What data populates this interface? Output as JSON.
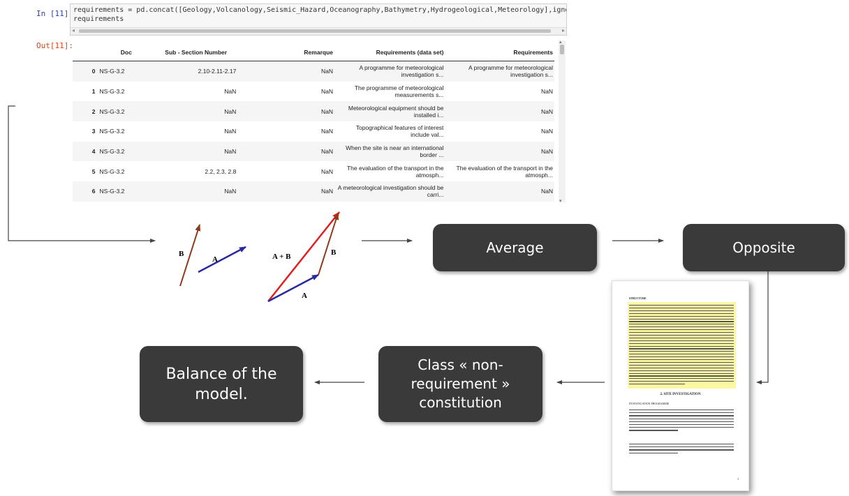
{
  "notebook": {
    "in_prompt": "In [11]:",
    "out_prompt": "Out[11]:",
    "code_lines": [
      "requirements = pd.concat([Geology,Volcanology,Seismic_Hazard,Oceanography,Bathymetry,Hydrogeological,Meteorology],ignore_index=Tr",
      "requirements"
    ],
    "table": {
      "columns": [
        "",
        "Doc",
        "Sub - Section Number",
        "Remarque",
        "Requirements (data set)",
        "Requirements"
      ],
      "rows": [
        {
          "idx": "0",
          "doc": "NS-G-3.2",
          "sub": "2.10-2.11-2.17",
          "rem": "NaN",
          "rds": "A programme for meteorological investigation s...",
          "req": "A programme for meteorological investigation s..."
        },
        {
          "idx": "1",
          "doc": "NS-G-3.2",
          "sub": "NaN",
          "rem": "NaN",
          "rds": "The programme of meteorological measurements s...",
          "req": "NaN"
        },
        {
          "idx": "2",
          "doc": "NS-G-3.2",
          "sub": "NaN",
          "rem": "NaN",
          "rds": "Meteorological equipment should be installed i...",
          "req": "NaN"
        },
        {
          "idx": "3",
          "doc": "NS-G-3.2",
          "sub": "NaN",
          "rem": "NaN",
          "rds": "Topographical features of interest include val...",
          "req": "NaN"
        },
        {
          "idx": "4",
          "doc": "NS-G-3.2",
          "sub": "NaN",
          "rem": "NaN",
          "rds": "When the site is near an international border ...",
          "req": "NaN"
        },
        {
          "idx": "5",
          "doc": "NS-G-3.2",
          "sub": "2.2, 2.3, 2.8",
          "rem": "NaN",
          "rds": "The evaluation of the transport in the atmosph...",
          "req": "The evaluation of the transport in the atmosph..."
        },
        {
          "idx": "6",
          "doc": "NS-G-3.2",
          "sub": "NaN",
          "rem": "NaN",
          "rds": "A meteorological investigation should be carri...",
          "req": "NaN"
        }
      ]
    }
  },
  "vectors": {
    "b1": "B",
    "a1": "A",
    "sum": "A + B",
    "b2": "B",
    "a2": "A",
    "colors": {
      "b": "#8b3a1a",
      "a": "#2a2aa0",
      "sum": "#e02020"
    }
  },
  "flow": {
    "average": "Average",
    "opposite": "Opposite",
    "class": "Class « non-\nrequirement »\nconstitution",
    "balance": "Balance of the\nmodel."
  },
  "document": {
    "heading": "STRUCTURE",
    "title": "2. SITE INVESTIGATION",
    "subheading": "INVESTIGATION PROGRAMME",
    "page": "3",
    "highlight_color": "#fbf7a3"
  },
  "colors": {
    "box_bg": "#3a3a3a",
    "box_text": "#ffffff",
    "arrow": "#444444"
  }
}
